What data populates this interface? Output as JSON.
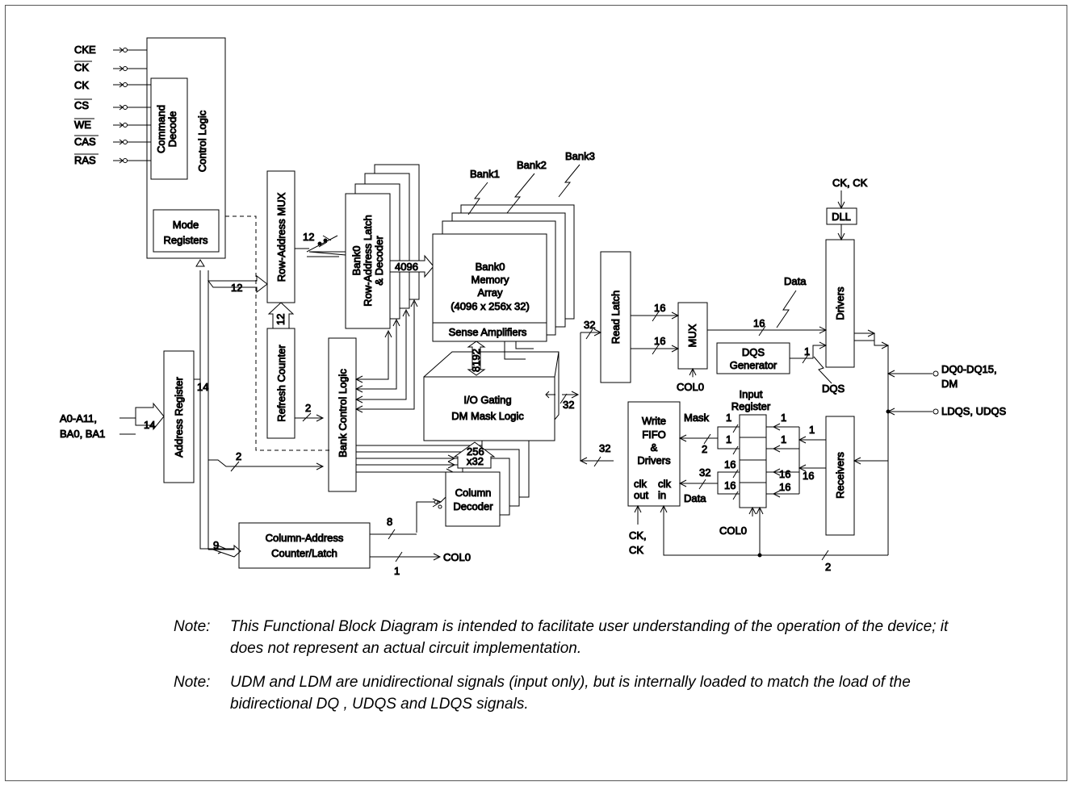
{
  "signals": {
    "cke": "CKE",
    "ck_bar": "CK",
    "ck": "CK",
    "cs": "CS",
    "we": "WE",
    "cas": "CAS",
    "ras": "RAS",
    "addr1": "A0-A11,",
    "addr2": "BA0, BA1",
    "ck_ckbar": "CK, CK",
    "dq": "DQ0-DQ15,",
    "dm": "DM",
    "ldqs": "LDQS, UDQS",
    "col0": "COL0",
    "data": "Data",
    "dqs": "DQS",
    "mask": "Mask"
  },
  "blocks": {
    "control_logic": "Control Logic",
    "command_decode_1": "Command",
    "command_decode_2": "Decode",
    "mode_registers_1": "Mode",
    "mode_registers_2": "Registers",
    "address_register": "Address Register",
    "row_address_mux": "Row-Address MUX",
    "refresh_counter": "Refresh Counter",
    "bank_control_logic": "Bank Control Logic",
    "row_latch_1": "Bank0",
    "row_latch_2": "Row-Address Latch",
    "row_latch_3": "& Decoder",
    "memory_array_1": "Bank0",
    "memory_array_2": "Memory",
    "memory_array_3": "Array",
    "memory_array_4": "(4096 x 256x 32)",
    "sense_amplifiers": "Sense Amplifiers",
    "io_gating_1": "I/O Gating",
    "io_gating_2": "DM Mask Logic",
    "column_decoder_1": "Column",
    "column_decoder_2": "Decoder",
    "col_counter_1": "Column-Address",
    "col_counter_2": "Counter/Latch",
    "read_latch": "Read Latch",
    "mux": "MUX",
    "dqs_generator_1": "DQS",
    "dqs_generator_2": "Generator",
    "dll": "DLL",
    "drivers": "Drivers",
    "receivers": "Receivers",
    "write_fifo_1": "Write",
    "write_fifo_2": "FIFO",
    "write_fifo_3": "&",
    "write_fifo_4": "Drivers",
    "clk_out_1": "clk",
    "clk_out_2": "out",
    "clk_in_1": "clk",
    "clk_in_2": "in",
    "input_register_1": "Input",
    "input_register_2": "Register",
    "ck_ckbar_fifo_1": "CK,",
    "ck_ckbar_fifo_2": "CK",
    "col_256": "256",
    "col_x32": "x32"
  },
  "banks": {
    "bank1": "Bank1",
    "bank2": "Bank2",
    "bank3": "Bank3"
  },
  "bus_widths": {
    "w14_addr": "14",
    "w14_vert": "14",
    "w12_rowmux_in": "12",
    "w12_rowmux_out": "12",
    "w12_refresh": "12",
    "w4096": "4096",
    "w8192": "8192",
    "w2_refresh": "2",
    "w2_bank": "2",
    "w8": "8",
    "w9": "9",
    "w1_col0": "1",
    "w32_io": "32",
    "w32_readlatch": "32",
    "w32_fifo": "32",
    "w16_mux_a": "16",
    "w16_mux_b": "16",
    "w16_data": "16",
    "w1_dqs": "1",
    "w2_mask": "2",
    "w32_data": "32",
    "w16_ir_a": "16",
    "w16_ir_b": "16",
    "w16_ir_c": "16",
    "w16_ir_d": "16",
    "w1_ir_a": "1",
    "w1_ir_b": "1",
    "w1_ir_c": "1",
    "w1_ir_d": "1",
    "w1_recv": "1",
    "w16_recv": "16",
    "w2_bottom": "2"
  },
  "notes": [
    {
      "label": "Note:",
      "text": "This Functional Block Diagram is intended to facilitate user understanding of the operation of the device; it does not represent an actual circuit implementation."
    },
    {
      "label": "Note:",
      "text": "UDM and LDM are unidirectional signals (input only), but is internally loaded to match the load of the bidirectional DQ , UDQS and LDQS signals."
    }
  ]
}
